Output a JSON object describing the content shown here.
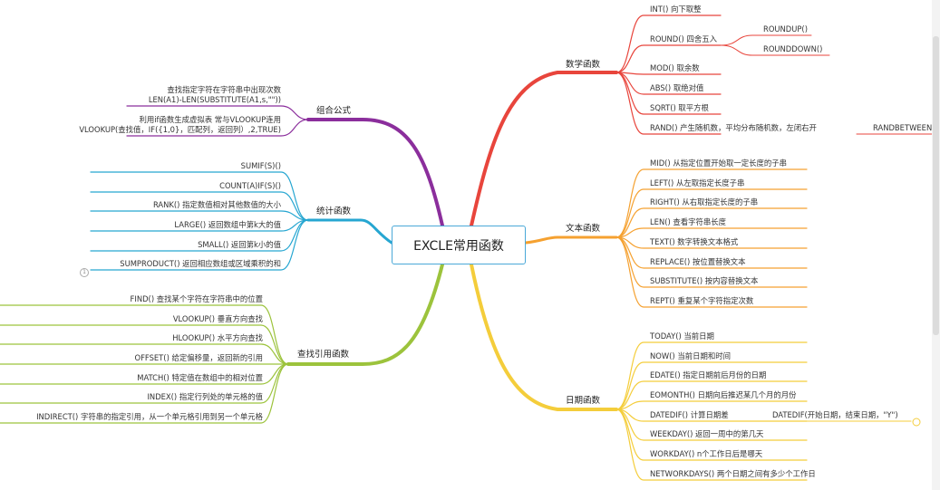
{
  "center": "EXCLE常用函数",
  "colors": {
    "math": "#e8453c",
    "text": "#f5a130",
    "date": "#f4cd3b",
    "lookup": "#9cc33c",
    "stats": "#26a6d1",
    "combo": "#8b2e9c",
    "center_border": "#4aa8d8"
  },
  "branches": {
    "math": {
      "label": "数学函数",
      "items": [
        "INT()  向下取整",
        "ROUND()  四舍五入",
        "MOD()  取余数",
        "ABS()  取绝对值",
        "SQRT()  取平方根",
        "RAND()  产生随机数，平均分布随机数，左闭右开"
      ],
      "round_children": [
        "ROUNDUP()",
        "ROUNDDOWN()"
      ],
      "rand_child": "RANDBETWEEN"
    },
    "text": {
      "label": "文本函数",
      "items": [
        "MID()  从指定位置开始取一定长度的子串",
        "LEFT()  从左取指定长度子串",
        "RIGHT()  从右取指定长度的子串",
        "LEN()  查看字符串长度",
        "TEXT()  数字转换文本格式",
        "REPLACE()  按位置替换文本",
        "SUBSTITUTE()  按内容替换文本",
        "REPT()  重复某个字符指定次数"
      ]
    },
    "date": {
      "label": "日期函数",
      "items": [
        "TODAY()  当前日期",
        "NOW()  当前日期和时间",
        "EDATE()  指定日期前后月份的日期",
        "EOMONTH()  日期向后推迟某几个月的月份",
        "DATEDIF()  计算日期差",
        "WEEKDAY()  返回一周中的第几天",
        "WORKDAY()  n个工作日后是哪天",
        "NETWORKDAYS()  两个日期之间有多少个工作日"
      ],
      "datedif_child": "DATEDIF(开始日期，结束日期，\"Y\")"
    },
    "combo": {
      "label": "组合公式",
      "items": [
        [
          "查找指定字符在字符串中出现次数",
          "LEN(A1)-LEN(SUBSTITUTE(A1,s,\"\"))"
        ],
        [
          "利用if函数生成虚拟表  常与VLOOKUP连用",
          "VLOOKUP(查找值，IF({1,0}，匹配列，返回列）,2,TRUE)"
        ]
      ]
    },
    "stats": {
      "label": "统计函数",
      "items": [
        "SUMIF(S)()",
        "COUNT(A)IF(S)()",
        "RANK()  指定数值相对其他数值的大小",
        "LARGE()  返回数组中第k大的值",
        "SMALL()  返回第k小的值",
        "SUMPRODUCT()  返回相应数组或区域乘积的和"
      ],
      "badge": "1"
    },
    "lookup": {
      "label": "查找引用函数",
      "items": [
        "FIND()  查找某个字符在字符串中的位置",
        "VLOOKUP()  垂直方向查找",
        "HLOOKUP()  水平方向查找",
        "OFFSET()  给定偏移量，返回新的引用",
        "MATCH()  特定值在数组中的相对位置",
        "INDEX()  指定行列处的单元格的值",
        "INDIRECT()  字符串的指定引用，从一个单元格引用到另一个单元格"
      ]
    }
  }
}
